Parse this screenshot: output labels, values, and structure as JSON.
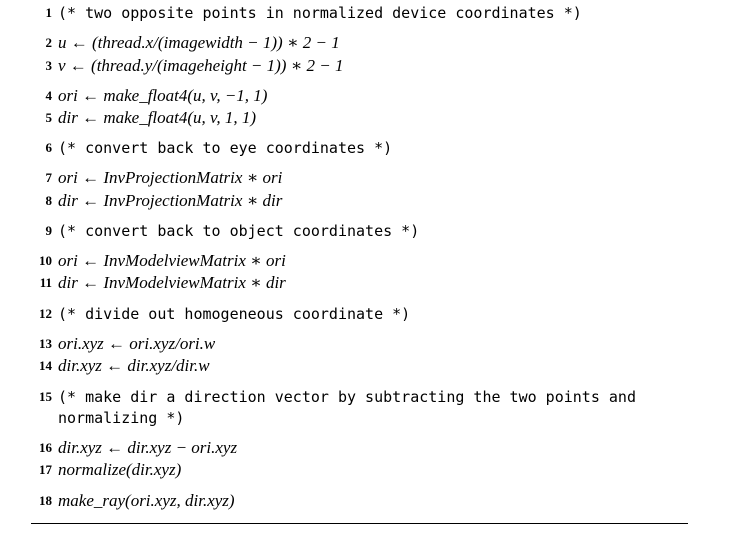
{
  "algorithm": {
    "lines": [
      {
        "n": "1",
        "text": "(* two opposite points in normalized device coordinates *)",
        "kind": "comment"
      },
      {
        "n": "2",
        "text": "u ← (thread.x/(imagewidth − 1)) ∗ 2 − 1",
        "kind": "math"
      },
      {
        "n": "3",
        "text": "v ← (thread.y/(imageheight − 1)) ∗ 2 − 1",
        "kind": "math"
      },
      {
        "n": "4",
        "text": "ori ← make_float4(u, v, −1, 1)",
        "kind": "math"
      },
      {
        "n": "5",
        "text": "dir ← make_float4(u, v, 1, 1)",
        "kind": "math"
      },
      {
        "n": "6",
        "text": "(* convert back to eye coordinates *)",
        "kind": "comment"
      },
      {
        "n": "7",
        "text": "ori ← InvProjectionMatrix ∗ ori",
        "kind": "math"
      },
      {
        "n": "8",
        "text": "dir ← InvProjectionMatrix ∗ dir",
        "kind": "math"
      },
      {
        "n": "9",
        "text": "(* convert back to object coordinates *)",
        "kind": "comment"
      },
      {
        "n": "10",
        "text": "ori ← InvModelviewMatrix ∗ ori",
        "kind": "math"
      },
      {
        "n": "11",
        "text": "dir ← InvModelviewMatrix ∗ dir",
        "kind": "math"
      },
      {
        "n": "12",
        "text": "(* divide out homogeneous coordinate *)",
        "kind": "comment"
      },
      {
        "n": "13",
        "text": "ori.xyz ← ori.xyz/ori.w",
        "kind": "math"
      },
      {
        "n": "14",
        "text": "dir.xyz ← dir.xyz/dir.w",
        "kind": "math"
      },
      {
        "n": "15",
        "text": "(* make dir a direction vector by subtracting the two points and",
        "kind": "comment",
        "continuation": "normalizing *)"
      },
      {
        "n": "16",
        "text": "dir.xyz ← dir.xyz − ori.xyz",
        "kind": "math"
      },
      {
        "n": "17",
        "text": "normalize(dir.xyz)",
        "kind": "math"
      },
      {
        "n": "18",
        "text": "make_ray(ori.xyz, dir.xyz)",
        "kind": "math"
      }
    ]
  }
}
